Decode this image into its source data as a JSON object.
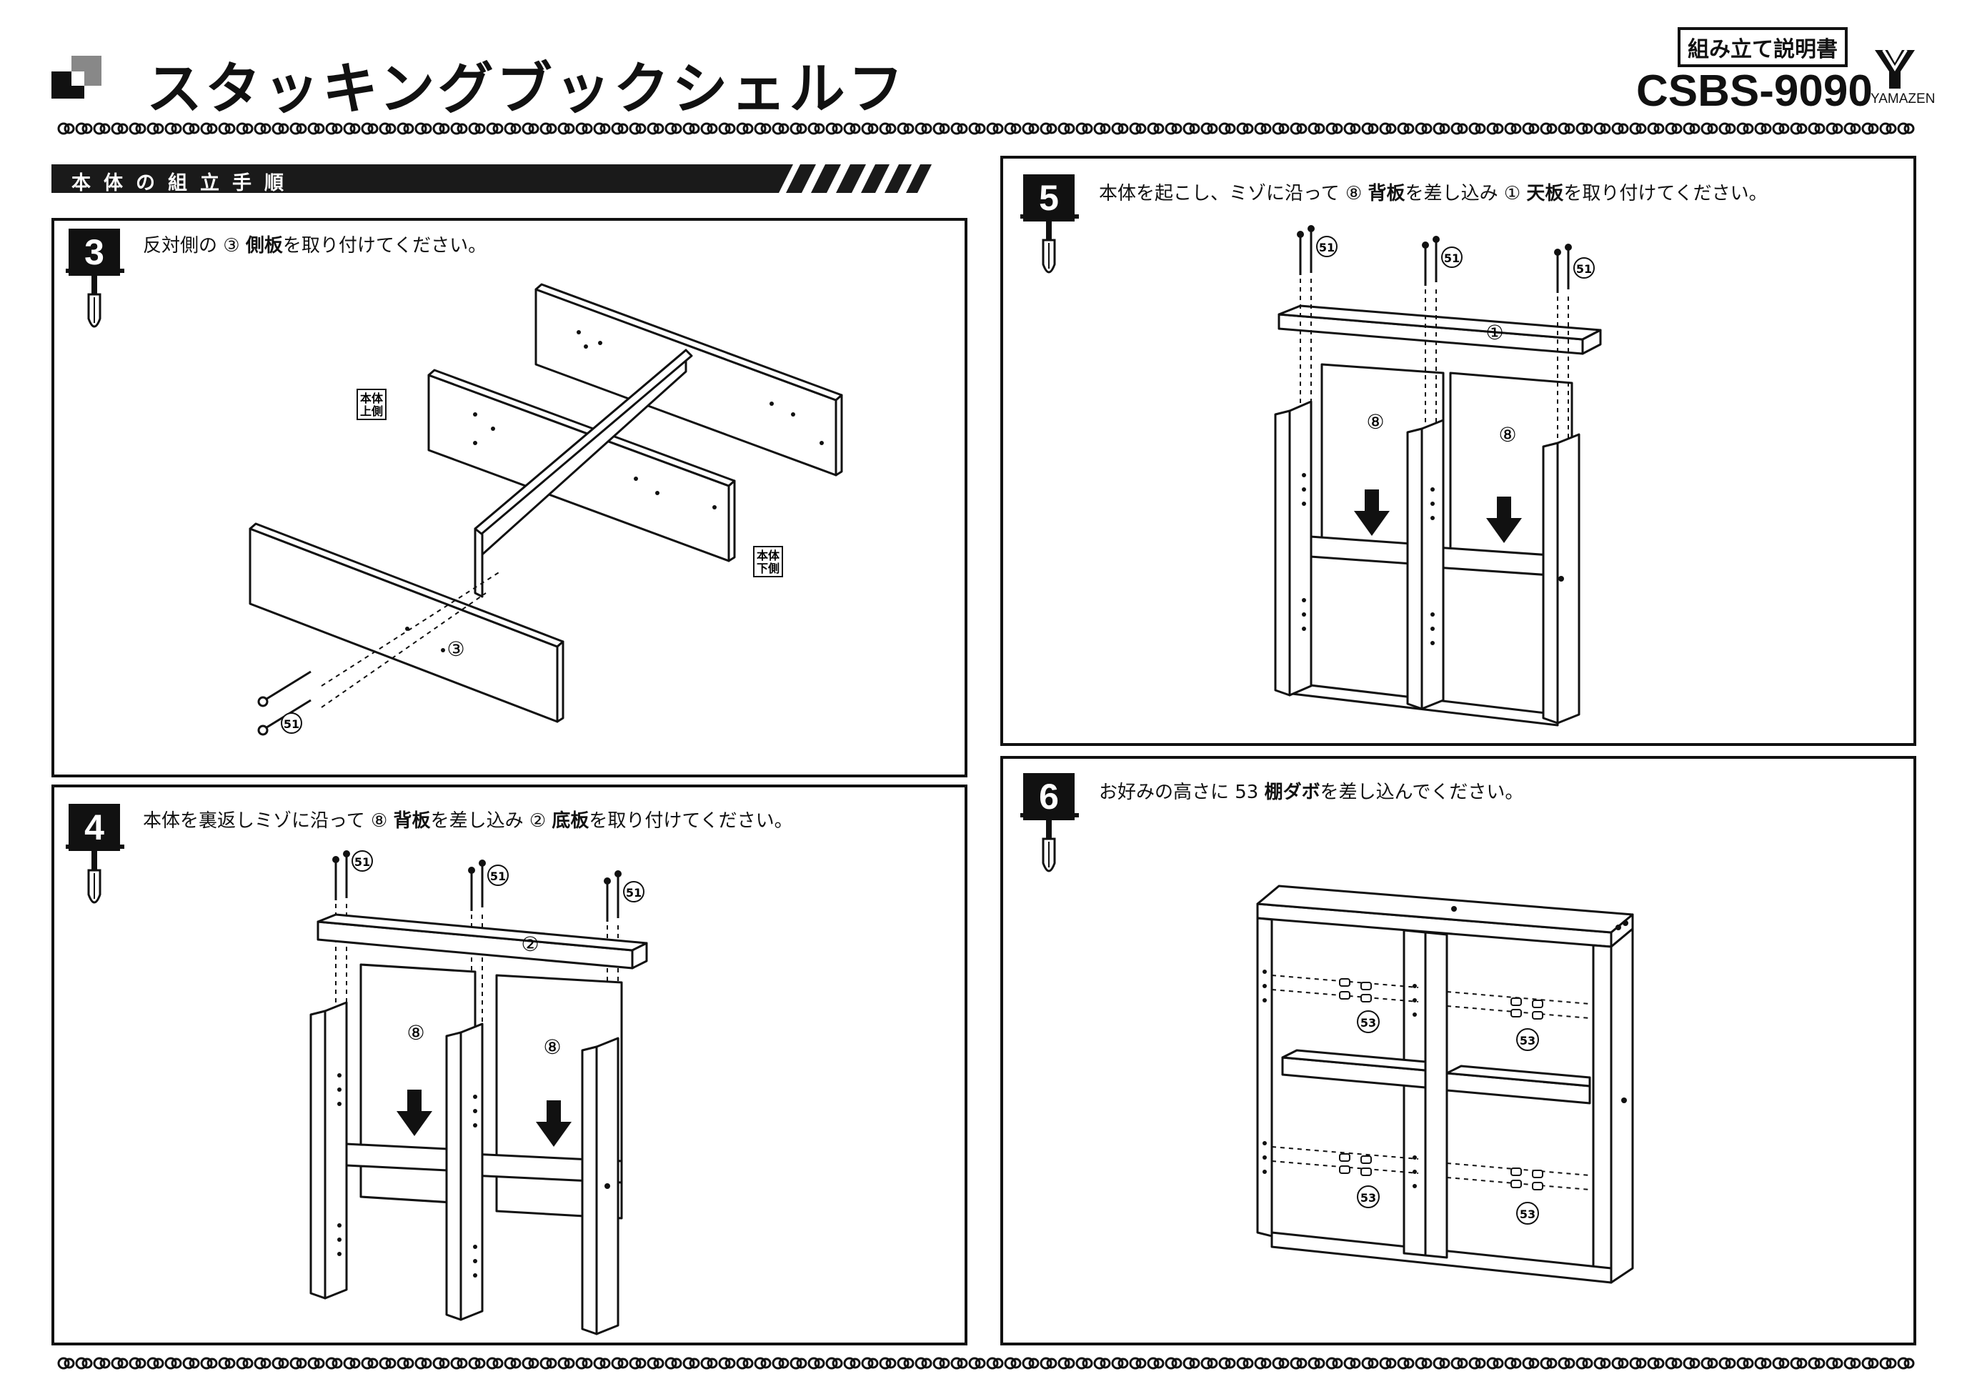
{
  "header": {
    "title": "スタッキングブックシェルフ",
    "doc_badge": "組み立て説明書",
    "model": "CSBS-9090",
    "brand": "YAMAZEN"
  },
  "section": {
    "title": "本体の組立手順"
  },
  "steps": [
    {
      "number": "3",
      "text_parts": [
        "反対側の ",
        "③",
        " ",
        "側板",
        "を取り付けてください。"
      ],
      "labels": {
        "top_side": "本体\n上側",
        "bottom_side": "本体\n下側",
        "part_side": "③",
        "screw": "51"
      }
    },
    {
      "number": "4",
      "text_parts": [
        "本体を裏返しミゾに沿って ",
        "⑧",
        " ",
        "背板",
        "を差し込み ",
        "②",
        " ",
        "底板",
        "を取り付けてください。"
      ],
      "labels": {
        "screw": "51",
        "part_bottom": "②",
        "part_back": "⑧"
      }
    },
    {
      "number": "5",
      "text_parts": [
        "本体を起こし、ミゾに沿って ",
        "⑧",
        " ",
        "背板",
        "を差し込み ",
        "①",
        " ",
        "天板",
        "を取り付けてください。"
      ],
      "labels": {
        "screw": "51",
        "part_top": "①",
        "part_back": "⑧"
      }
    },
    {
      "number": "6",
      "text_parts": [
        "お好みの高さに ",
        "53",
        " ",
        "棚ダボ",
        "を差し込んでください。"
      ],
      "labels": {
        "dowel": "53"
      }
    }
  ],
  "colors": {
    "ink": "#111111",
    "paper": "#ffffff"
  }
}
